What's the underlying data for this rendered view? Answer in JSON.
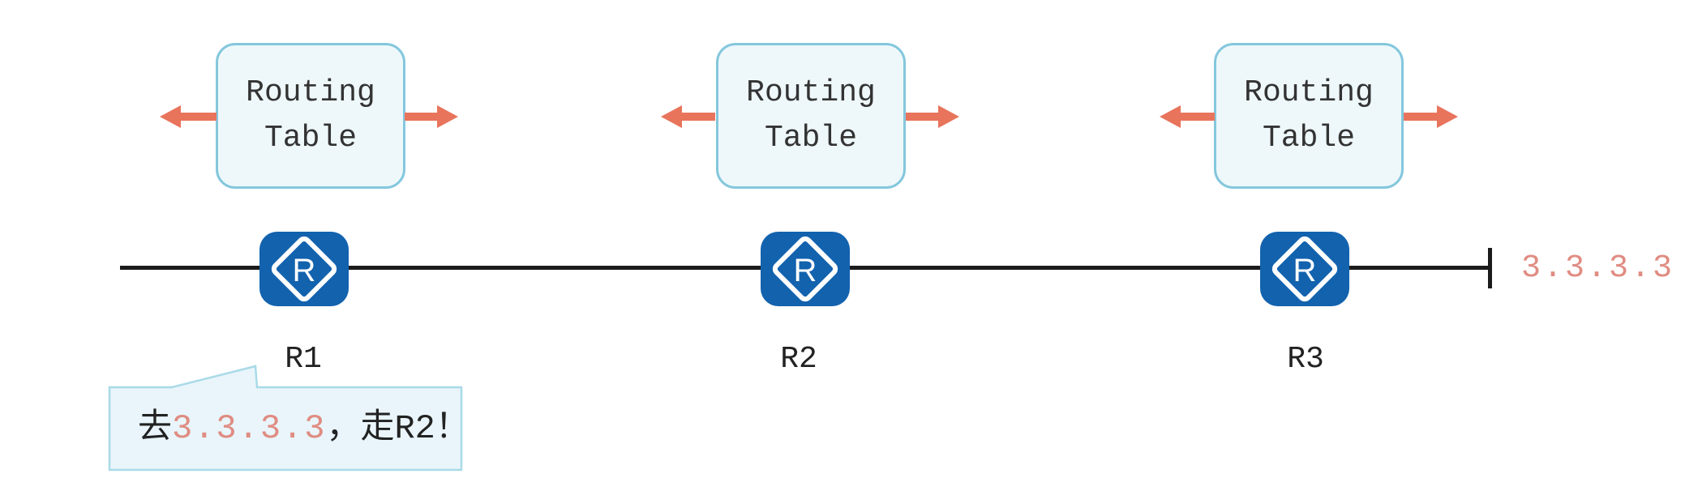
{
  "diagram": {
    "type": "network-routing-diagram",
    "background": "#ffffff"
  },
  "colors": {
    "router_blue": "#1262ae",
    "arrow_salmon": "#e8745c",
    "highlight_salmon": "#e08c82",
    "box_border": "#84c7dd",
    "box_fill": "#eef8fb",
    "bubble_border": "#a9dae8",
    "bubble_fill": "#e9f5fa",
    "line_color": "#1b1b1b",
    "text_dark": "#222222"
  },
  "routing_table": {
    "line1": "Routing",
    "line2": "Table"
  },
  "routers": [
    {
      "label": "R1",
      "icon_letter": "R"
    },
    {
      "label": "R2",
      "icon_letter": "R"
    },
    {
      "label": "R3",
      "icon_letter": "R"
    }
  ],
  "destination": {
    "label": "3.3.3.3"
  },
  "callout": {
    "prefix": "去",
    "ip": "3.3.3.3",
    "suffix": "，走R2！"
  }
}
